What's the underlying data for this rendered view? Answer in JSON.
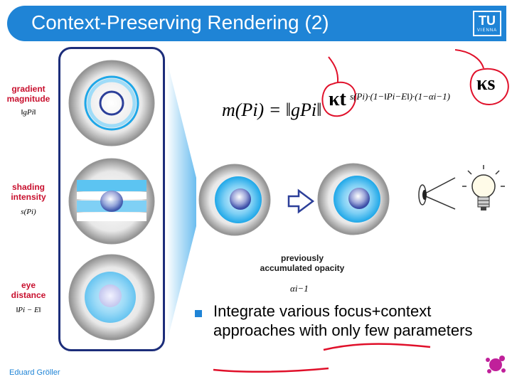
{
  "title": "Context-Preserving Rendering (2)",
  "logo": {
    "tu": "TU",
    "vienna": "VIENNA"
  },
  "rows": [
    {
      "label_line1": "gradient",
      "label_line2": "magnitude",
      "math": "‖gPi‖"
    },
    {
      "label_line1": "shading",
      "label_line2": "intensity",
      "math": "s(Pi)"
    },
    {
      "label_line1": "eye",
      "label_line2": "distance",
      "math": "‖Pi − E‖"
    }
  ],
  "formula_main": "m(Pi) = ‖gPi‖",
  "formula_exponent": "s(Pi)·(1−‖Pi−E‖)·(1−αi−1)",
  "annotation_kt": "κt",
  "annotation_ks": "κs",
  "previously_line1": "previously",
  "previously_line2": "accumulated opacity",
  "alpha_label": "αi−1",
  "bullet_text_part1": "Integrate various focus+context approaches ",
  "bullet_text_underlined1": "with only few",
  "bullet_text_underlined2": "parameters",
  "author": "Eduard Gröller",
  "colors": {
    "title_bar": "#1f84d6",
    "label_red": "#c8102e",
    "annotation_red": "#e0102a"
  }
}
